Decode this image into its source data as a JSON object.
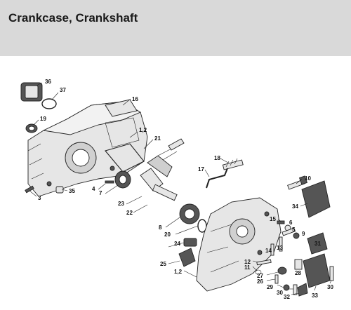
{
  "title": "Crankcase, Crankshaft",
  "callouts": [
    {
      "id": "36",
      "text": "36"
    },
    {
      "id": "37",
      "text": "37"
    },
    {
      "id": "19",
      "text": "19"
    },
    {
      "id": "16",
      "text": "16"
    },
    {
      "id": "1_2_top",
      "text": "1,2"
    },
    {
      "id": "21",
      "text": "21"
    },
    {
      "id": "18",
      "text": "18"
    },
    {
      "id": "17",
      "text": "17"
    },
    {
      "id": "10",
      "text": "10"
    },
    {
      "id": "4",
      "text": "4"
    },
    {
      "id": "7",
      "text": "7"
    },
    {
      "id": "3",
      "text": "3"
    },
    {
      "id": "35",
      "text": "35"
    },
    {
      "id": "23",
      "text": "23"
    },
    {
      "id": "22",
      "text": "22"
    },
    {
      "id": "34",
      "text": "34"
    },
    {
      "id": "8",
      "text": "8"
    },
    {
      "id": "20",
      "text": "20"
    },
    {
      "id": "15",
      "text": "15"
    },
    {
      "id": "6",
      "text": "6"
    },
    {
      "id": "5",
      "text": "5"
    },
    {
      "id": "9",
      "text": "9"
    },
    {
      "id": "24",
      "text": "24"
    },
    {
      "id": "14",
      "text": "14"
    },
    {
      "id": "13",
      "text": "13"
    },
    {
      "id": "31",
      "text": "31"
    },
    {
      "id": "25",
      "text": "25"
    },
    {
      "id": "12",
      "text": "12"
    },
    {
      "id": "11",
      "text": "11"
    },
    {
      "id": "28",
      "text": "28"
    },
    {
      "id": "1_2_bottom",
      "text": "1,2"
    },
    {
      "id": "27",
      "text": "27"
    },
    {
      "id": "26",
      "text": "26"
    },
    {
      "id": "29",
      "text": "29"
    },
    {
      "id": "30_a",
      "text": "30"
    },
    {
      "id": "30_b",
      "text": "30"
    },
    {
      "id": "32",
      "text": "32"
    },
    {
      "id": "33",
      "text": "33"
    }
  ]
}
